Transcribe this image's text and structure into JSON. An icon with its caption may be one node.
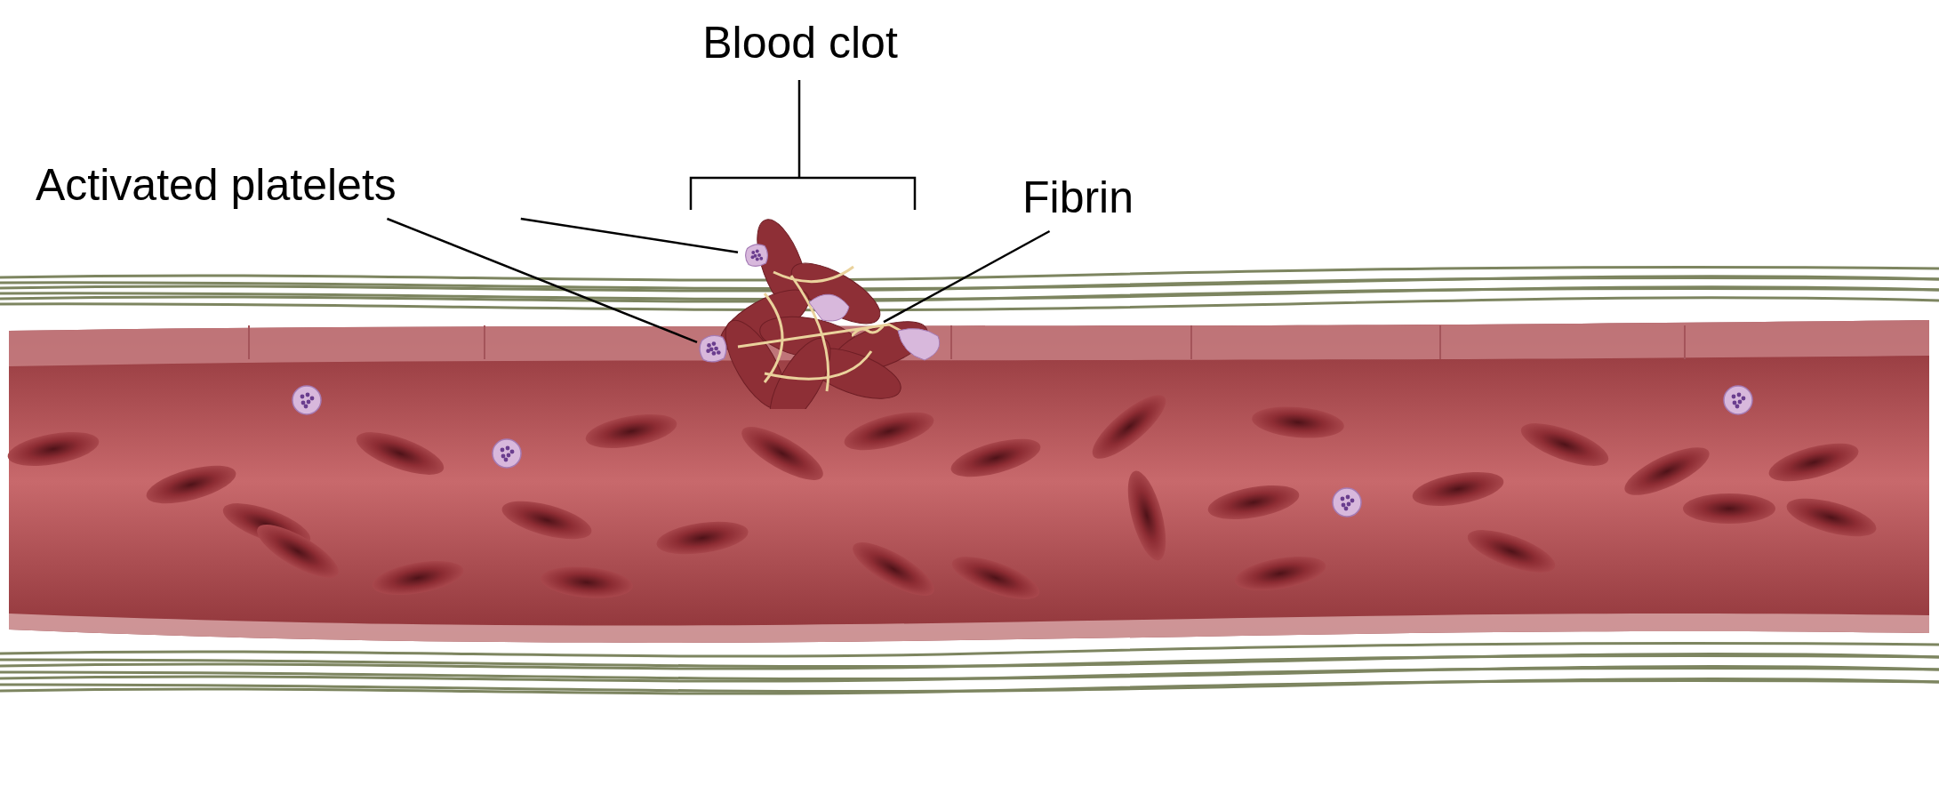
{
  "diagram": {
    "nodes": [
      {
        "text": [
          "Activated platelets"
        ]
      },
      {
        "text": [],
        "shape": "picture"
      },
      {
        "text": [],
        "shape": "picture"
      },
      {
        "text": [
          "Fibrin"
        ]
      },
      {
        "text": [],
        "shape": "picture"
      }
    ],
    "edges": [
      {
        "from": 0,
        "to": 1,
        "arrow": "none"
      },
      {
        "from": 0,
        "to": 2,
        "arrow": "none"
      },
      {
        "from": 3,
        "to": 4,
        "arrow": "none"
      }
    ],
    "labels": [
      "Blood clot"
    ]
  }
}
